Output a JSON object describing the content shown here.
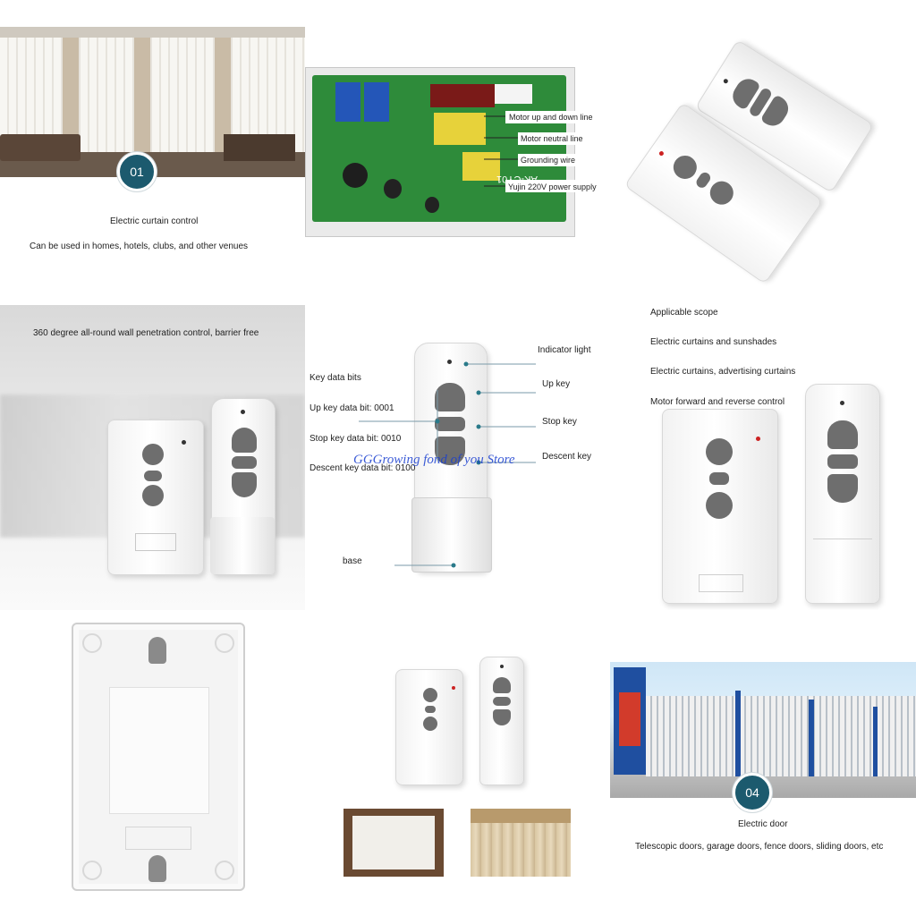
{
  "panel1": {
    "badge": "01",
    "title": "Electric curtain control",
    "subtitle": "Can be used in homes, hotels, clubs, and other venues"
  },
  "panel2": {
    "labels": [
      "Motor up and down line",
      "Motor neutral line",
      "Grounding wire",
      "Yujin 220V power supply"
    ],
    "board_text": "AK-CY01"
  },
  "panel4": {
    "caption": "360 degree all-round wall penetration control, barrier free"
  },
  "panel5": {
    "left_labels": [
      "Key data bits",
      "Up key data bit: 0001",
      "Stop key data bit: 0010",
      "Descent key data bit: 0100"
    ],
    "right_labels": [
      "Indicator light",
      "Up key",
      "Stop key",
      "Descent key"
    ],
    "base_label": "base",
    "watermark": "GGGrowing fond of you Store"
  },
  "panel6": {
    "heading": "Applicable scope",
    "items": [
      "Electric curtains and sunshades",
      "Electric curtains, advertising curtains",
      "Motor forward and reverse control"
    ]
  },
  "panel9": {
    "badge": "04",
    "title": "Electric door",
    "subtitle": "Telescopic doors, garage doors, fence doors, sliding doors, etc"
  },
  "colors": {
    "badge": "#1c5a6e",
    "button": "#6e6e6e",
    "led": "#cc2222",
    "pcb": "#2e8b3a",
    "gate_blue": "#1f4fa0"
  }
}
